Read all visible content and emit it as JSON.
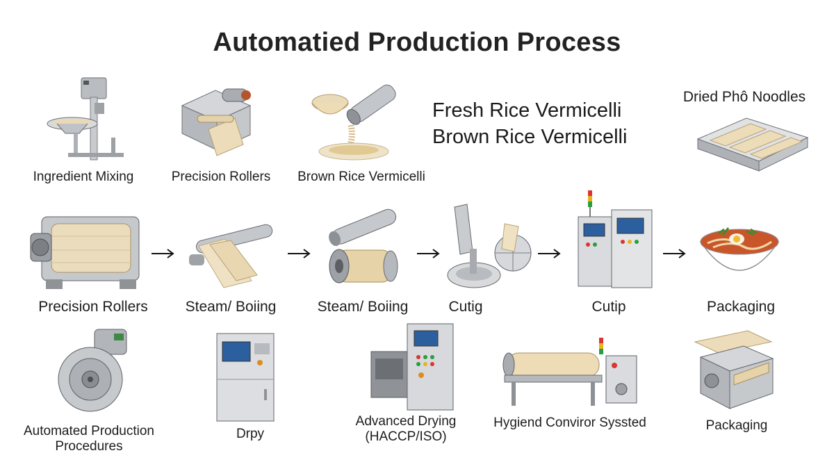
{
  "title": "Automatied Production Process",
  "side_text": {
    "line1": "Fresh Rice Vermicelli",
    "line2": "Brown Rice Vermicelli"
  },
  "top_row": [
    {
      "label": "Ingredient Mixing",
      "icon": "mixer-icon"
    },
    {
      "label": "Precision Rollers",
      "icon": "roller-machine-icon"
    },
    {
      "label": "Brown Rice Vermicelli",
      "icon": "extruder-icon"
    },
    {
      "label": "Dried Phô Noodles",
      "icon": "drying-tray-icon"
    }
  ],
  "middle_row": [
    {
      "label": "Precision Rollers",
      "icon": "drum-roller-icon"
    },
    {
      "label": "Steam/ Boiing",
      "icon": "sheet-roller-icon"
    },
    {
      "label": "Steam/ Boiing",
      "icon": "roller-pair-icon"
    },
    {
      "label": "Cutig",
      "icon": "cutter-icon"
    },
    {
      "label": "Cutip",
      "icon": "control-cabinet-icon"
    },
    {
      "label": "Packaging",
      "icon": "noodle-bowl-icon"
    }
  ],
  "bottom_row": [
    {
      "label": "Automated Production Procedures",
      "icon": "turbine-icon"
    },
    {
      "label": "Drpy",
      "icon": "dryer-cabinet-icon"
    },
    {
      "label": "Advanced Drying (HACCP/ISO)",
      "icon": "control-panel-icon"
    },
    {
      "label": "Hygiend Conviror Syssted",
      "icon": "conveyor-icon"
    },
    {
      "label": "Packaging",
      "icon": "packaging-machine-icon"
    }
  ],
  "arrows": [
    "arrow-right-icon",
    "arrow-right-icon",
    "arrow-right-icon",
    "arrow-right-icon",
    "arrow-right-icon"
  ]
}
